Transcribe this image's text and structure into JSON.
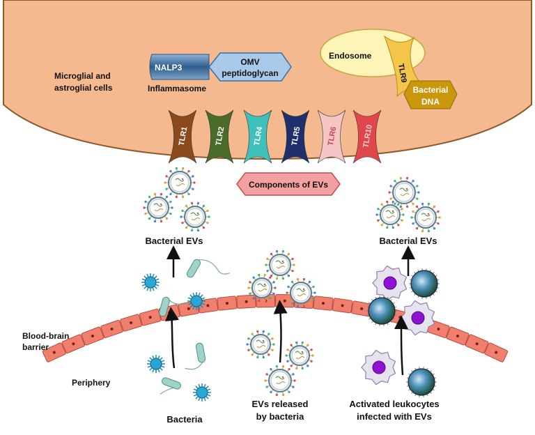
{
  "cell": {
    "label_line1": "Microglial and",
    "label_line2": "astroglial cells",
    "fill": "#f4b98f",
    "stroke": "#8a5a2b"
  },
  "inflammasome": {
    "nalp3": "NALP3",
    "label": "Inflammasome",
    "omv_line1": "OMV",
    "omv_line2": "peptidoglycan"
  },
  "endosome": {
    "label": "Endosome",
    "receptor": "TLR9",
    "dna_line1": "Bacterial",
    "dna_line2": "DNA"
  },
  "receptors": [
    {
      "name": "TLR1",
      "color": "#8b4a1c"
    },
    {
      "name": "TLR2",
      "color": "#4a6b2a"
    },
    {
      "name": "TLR4",
      "color": "#3fc1bb"
    },
    {
      "name": "TLR5",
      "color": "#1f2f6b"
    },
    {
      "name": "TLR6",
      "color": "#f6c6c6"
    },
    {
      "name": "TLR10",
      "color": "#e0474c"
    }
  ],
  "components_label": "Components of EVs",
  "barrier": {
    "label_line1": "Blood-brain",
    "label_line2": "barrier",
    "periphery": "Periphery"
  },
  "columns": {
    "left_top": "Bacterial  EVs",
    "left_bottom": "Bacteria",
    "middle_line1": "EVs released",
    "middle_line2": "by bacteria",
    "right_top": "Bacterial  EVs",
    "right_line1": "Activated leukocytes",
    "right_line2": "infected with EVs"
  }
}
